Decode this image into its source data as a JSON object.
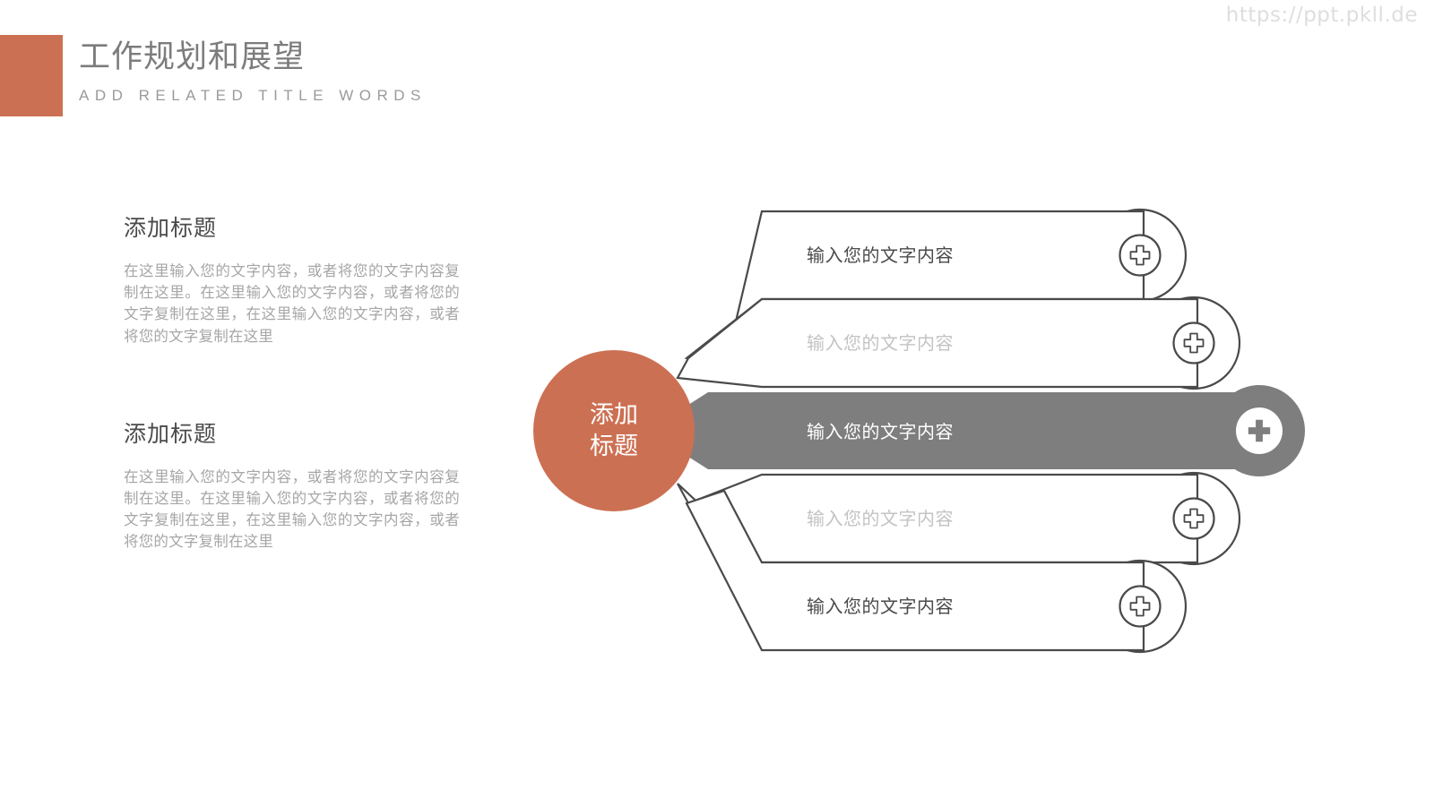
{
  "watermark": {
    "text": "https://ppt.pkll.de"
  },
  "header": {
    "title": "工作规划和展望",
    "subtitle": "ADD RELATED TITLE WORDS",
    "accent_color": "#cc7053"
  },
  "left_column": {
    "blocks": [
      {
        "title": "添加标题",
        "body": "在这里输入您的文字内容，或者将您的文字内容复制在这里。在这里输入您的文字内容，或者将您的文字复制在这里，在这里输入您的文字内容，或者将您的文字复制在这里"
      },
      {
        "title": "添加标题",
        "body": "在这里输入您的文字内容，或者将您的文字内容复制在这里。在这里输入您的文字内容，或者将您的文字复制在这里，在这里输入您的文字内容，或者将您的文字复制在这里"
      }
    ]
  },
  "diagram": {
    "hub": {
      "line1": "添加",
      "line2": "标题",
      "color": "#cc7053"
    },
    "highlight_color": "#7e7e7e",
    "outline_color": "#4a4a4a",
    "bars": [
      {
        "label": "输入您的文字内容",
        "state": "normal",
        "icon": "plus-icon"
      },
      {
        "label": "输入您的文字内容",
        "state": "faded",
        "icon": "plus-icon"
      },
      {
        "label": "输入您的文字内容",
        "state": "highlight",
        "icon": "plus-icon"
      },
      {
        "label": "输入您的文字内容",
        "state": "faded",
        "icon": "plus-icon"
      },
      {
        "label": "输入您的文字内容",
        "state": "normal",
        "icon": "plus-icon"
      }
    ]
  }
}
